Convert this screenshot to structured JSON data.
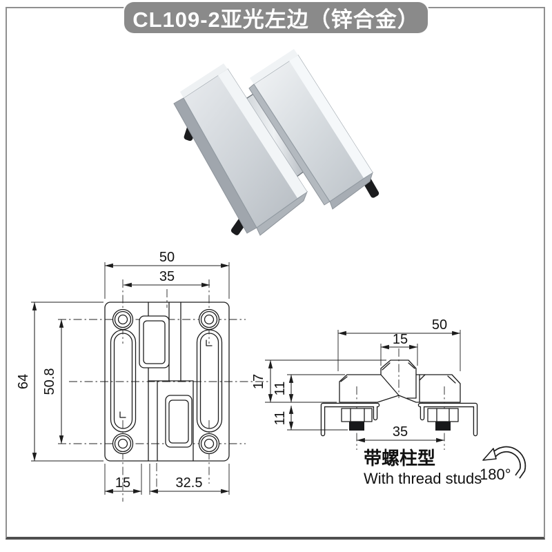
{
  "title": "CL109-2亚光左边（锌合金）",
  "views": {
    "front": {
      "dims": {
        "overall_width": "50",
        "hole_span": "35",
        "overall_height": "64",
        "hole_span_v": "50.8",
        "edge_offset": "15",
        "leaf_width": "32.5"
      }
    },
    "side": {
      "dims": {
        "overall_width": "50",
        "knuckle_width": "15",
        "height_total": "17",
        "leaf_thickness": "11",
        "stud_height": "11",
        "stud_span": "35"
      }
    }
  },
  "caption": {
    "type_cn": "带螺柱型",
    "type_en": "With thread studs",
    "rotation_angle": "180°"
  },
  "colors": {
    "banner_bg": "#8a8a8a",
    "banner_text": "#ffffff",
    "line": "#1c1c1c",
    "metal_light": "#f2f5f7",
    "metal_mid": "#c6ccd1",
    "metal_dark": "#a0a6ad",
    "stud": "#1b1c1e",
    "frame_border": "#8f8f8f"
  }
}
